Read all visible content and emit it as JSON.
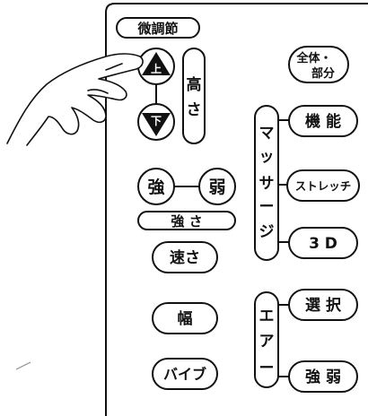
{
  "panel": {
    "fine_adjust_label": "微調節",
    "up_glyph": "上",
    "down_glyph": "下",
    "height_label": [
      "高",
      "さ"
    ],
    "strong_label": "強",
    "weak_label": "弱",
    "strength_label": "強 さ",
    "speed_label": "速さ",
    "width_label": "幅",
    "vibe_label": "バイブ",
    "whole_part_label": [
      "全体・",
      "部分"
    ],
    "massage_label": [
      "マ",
      "ッ",
      "サ",
      "ー",
      "ジ"
    ],
    "function_label": "機 能",
    "stretch_label": "ストレッチ",
    "threed_label": "3 D",
    "air_label": [
      "エ",
      "ア",
      "ー"
    ],
    "select_label": "選 択",
    "air_strength_label": "強 弱"
  },
  "colors": {
    "ink": "#111111",
    "paper": "#ffffff"
  }
}
